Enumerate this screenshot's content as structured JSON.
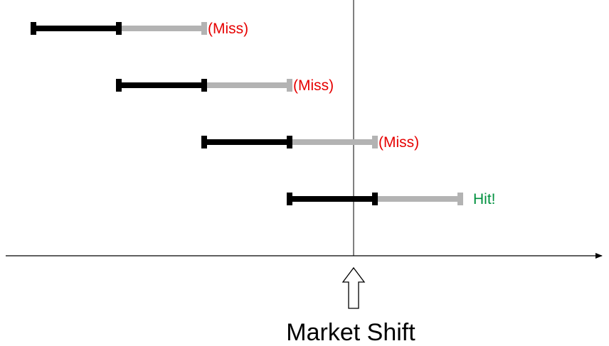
{
  "caption": "Market Shift",
  "colors": {
    "past_segment": "#000000",
    "future_segment": "#b3b3b3",
    "miss": "#e60000",
    "hit": "#00913f",
    "axis": "#000000"
  },
  "windows": [
    {
      "label": "(Miss)",
      "status": "miss"
    },
    {
      "label": "(Miss)",
      "status": "miss"
    },
    {
      "label": "(Miss)",
      "status": "miss"
    },
    {
      "label": "Hit!",
      "status": "hit"
    }
  ]
}
